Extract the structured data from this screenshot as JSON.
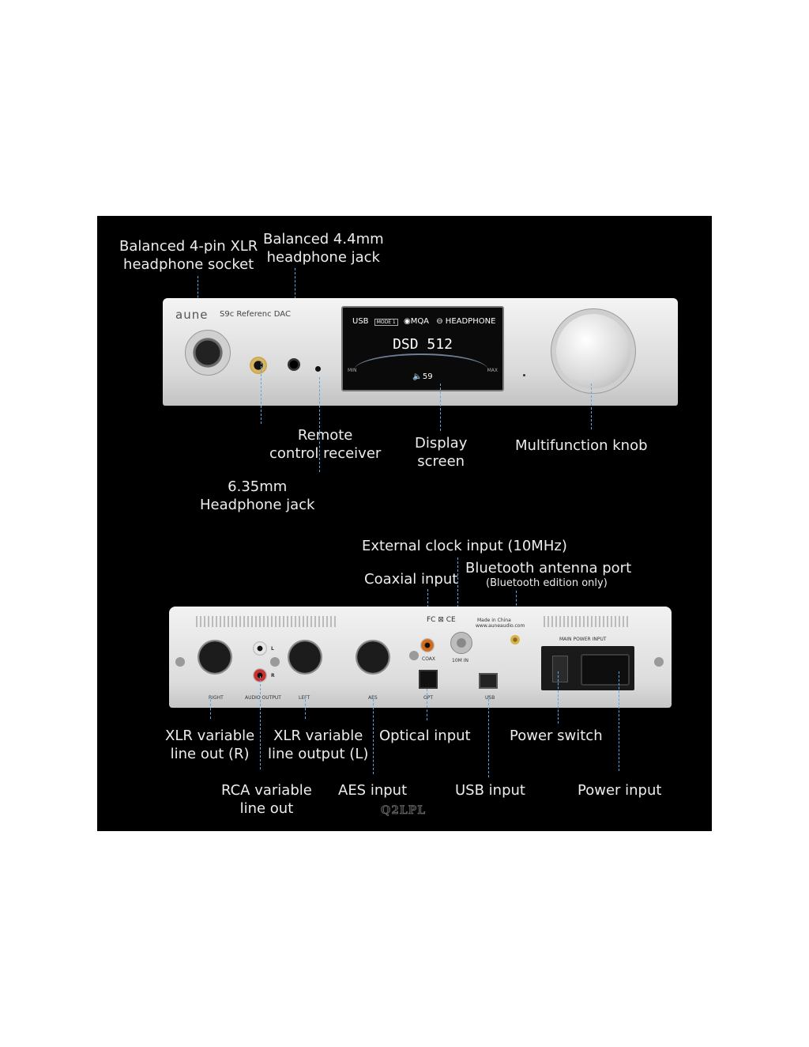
{
  "front_labels": {
    "xlr_socket": [
      "Balanced 4-pin XLR",
      "headphone socket"
    ],
    "jack_44": [
      "Balanced 4.4mm",
      "headphone jack"
    ],
    "remote": [
      "Remote",
      "control receiver"
    ],
    "display": [
      "Display",
      "screen"
    ],
    "knob": "Multifunction knob",
    "jack_635": [
      "6.35mm",
      "Headphone jack"
    ]
  },
  "front_panel": {
    "logo": "aune",
    "model": "S9c Referenc DAC",
    "screen": {
      "input": "USB",
      "mode": "MODE 1",
      "mqa": "MQA",
      "output": "HEADPHONE",
      "format": "DSD  512",
      "min": "MIN",
      "max": "MAX",
      "volume": "59"
    }
  },
  "rear_labels": {
    "ext_clock": "External clock input (10MHz)",
    "coax": "Coaxial input",
    "bt_port": "Bluetooth antenna port",
    "bt_note": "(Bluetooth edition only)",
    "xlr_r": [
      "XLR variable",
      "line out (R)"
    ],
    "xlr_l": [
      "XLR variable",
      "line output (L)"
    ],
    "optical": "Optical input",
    "power_switch": "Power switch",
    "rca": [
      "RCA variable",
      "line out"
    ],
    "aes": "AES input",
    "usb": "USB input",
    "power_input": "Power input"
  },
  "rear_panel": {
    "right": "RIGHT",
    "audio_output": "AUDIO OUTPUT",
    "left": "LEFT",
    "aes": "AES",
    "coax": "COAX",
    "opt": "OPT",
    "ten_m_in": "10M IN",
    "usb": "USB",
    "made_in": "Made in China",
    "site": "www.auneaudio.com",
    "main_power": "MAIN POWER INPUT",
    "fc_ce": "FC  ⊠  CE",
    "l": "L",
    "r": "R"
  },
  "watermark": "Q2LPL"
}
